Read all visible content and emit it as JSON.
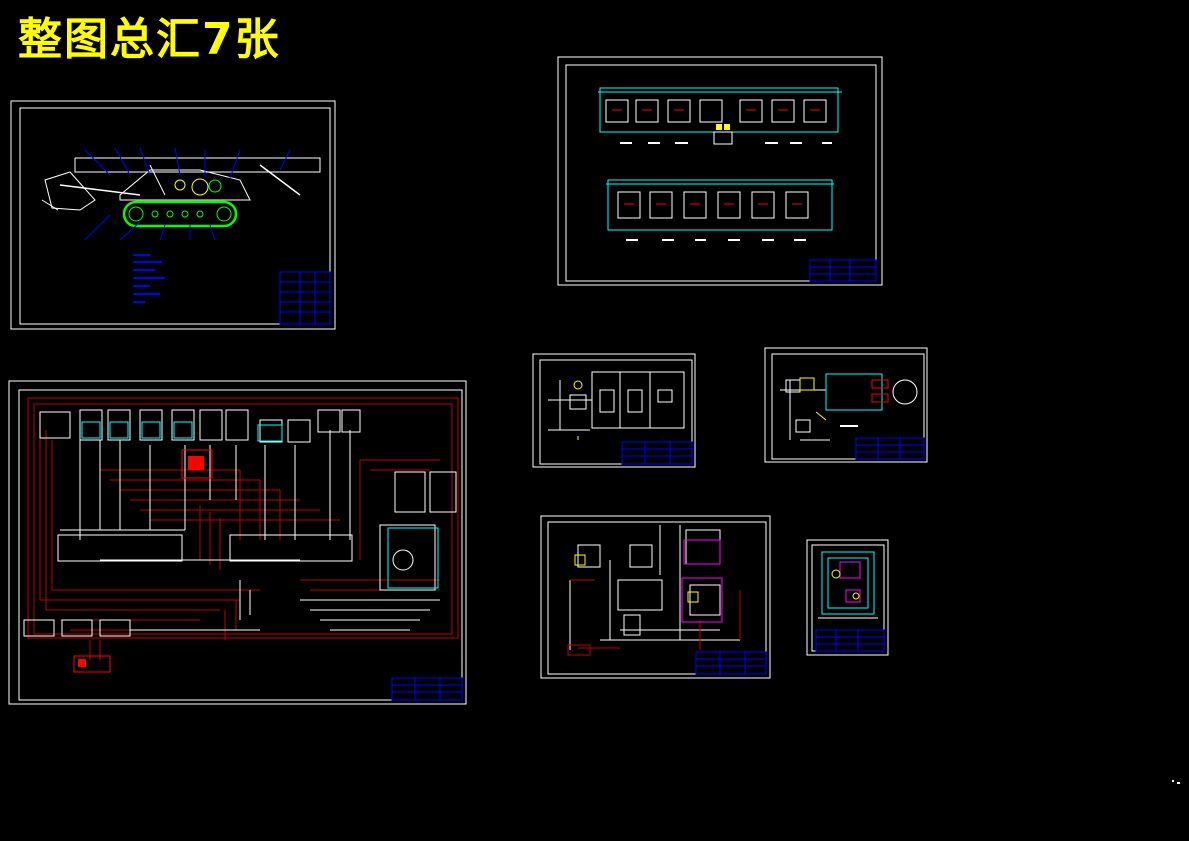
{
  "page": {
    "title": "整图总汇7张"
  },
  "colors": {
    "background": "#000000",
    "title": "#ffff00",
    "frame": "#ffffff",
    "cyan": "#00ffff",
    "red": "#ff0000",
    "darkred": "#b00000",
    "blue": "#0000ff",
    "green": "#00ff00",
    "yellow": "#ffff00",
    "magenta": "#ff00ff"
  },
  "sheets": [
    {
      "id": "general-assembly",
      "kind": "machine"
    },
    {
      "id": "hydraulic-valve-layout",
      "kind": "valve-rows"
    },
    {
      "id": "hydraulic-system",
      "kind": "system"
    },
    {
      "id": "circuit-a",
      "kind": "small-circuit"
    },
    {
      "id": "circuit-b",
      "kind": "small-circuit"
    },
    {
      "id": "circuit-c",
      "kind": "small-circuit"
    },
    {
      "id": "part-drawing",
      "kind": "part"
    }
  ]
}
